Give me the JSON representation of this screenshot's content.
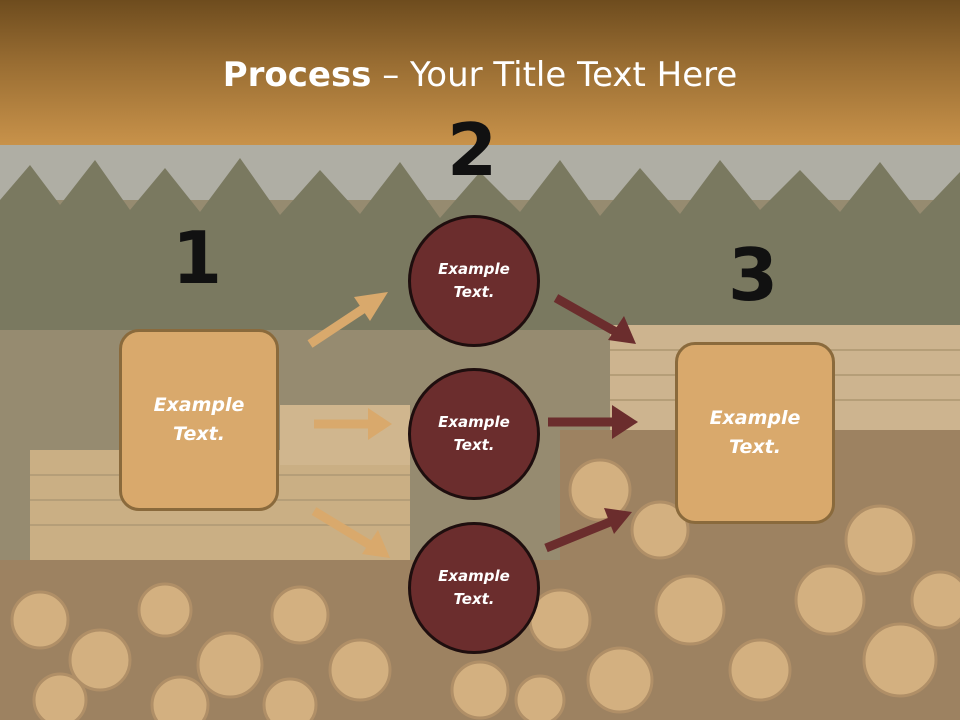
{
  "title": {
    "strong": "Process",
    "rest": " – Your Title Text Here"
  },
  "steps": {
    "one": {
      "number": "1",
      "text": "Example Text."
    },
    "two": {
      "number": "2",
      "circles": [
        "Example Text.",
        "Example Text.",
        "Example Text."
      ]
    },
    "three": {
      "number": "3",
      "text": "Example Text."
    }
  },
  "colors": {
    "title_bar": "#9a6e33",
    "box_fill": "#d9a96c",
    "circle_fill": "#6b2d2d",
    "arrow_light": "#d9a96c",
    "arrow_dark": "#6b2d2d"
  }
}
